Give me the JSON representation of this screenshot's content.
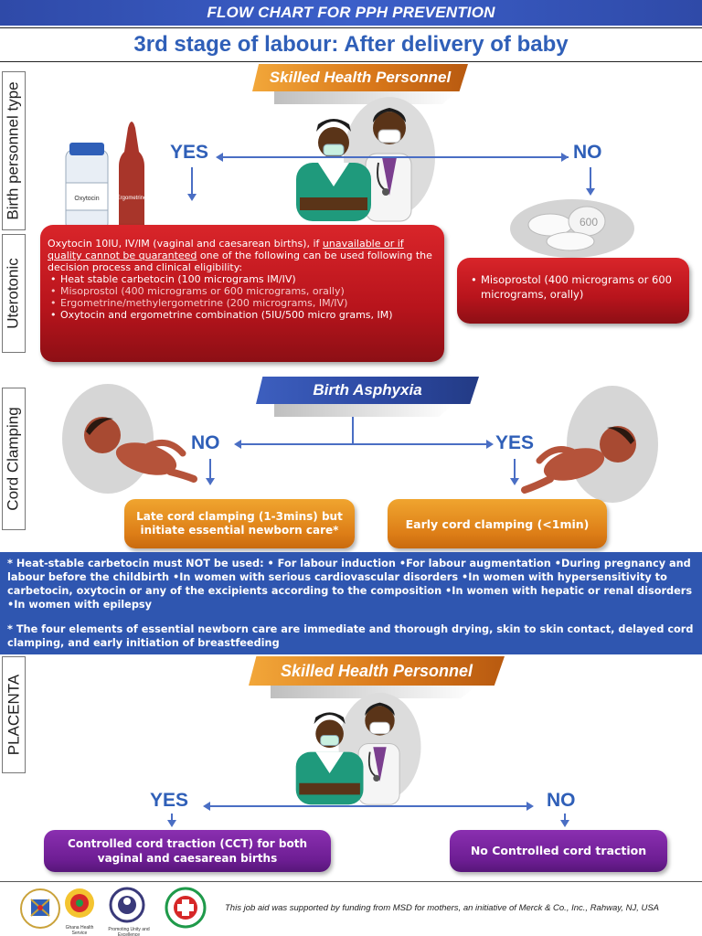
{
  "header": {
    "title": "FLOW CHART FOR PPH PREVENTION",
    "subtitle": "3rd stage of labour: After delivery of baby"
  },
  "side_labels": {
    "birth_personnel": "Birth personnel type",
    "uterotonic": "Uterotonic",
    "cord_clamping": "Cord Clamping",
    "placenta": "PLACENTA"
  },
  "section1": {
    "ribbon": "Skilled Health Personnel",
    "yes": "YES",
    "no": "NO",
    "vial_label": "Oxytocin",
    "ampoule_label": "Ergometrine",
    "tablet_label": "600",
    "yes_box": {
      "intro_a": "Oxytocin 10IU, IV/IM (vaginal and caesarean births), if ",
      "intro_u": "unavailable or if quality cannot be quaranteed",
      "intro_b": " one of the following can be used following the decision process and clinical eligibility:",
      "items": [
        "Heat stable carbetocin (100 micrograms IM/IV)",
        "Misoprostol (400 micrograms or 600 micrograms, orally)",
        "Ergometrine/methylergometrine (200 micrograms, IM/IV)",
        "Oxytocin and ergometrine combination (5IU/500 micro grams, IM)"
      ]
    },
    "no_box": {
      "item": "Misoprostol (400 micrograms or 600 micrograms, orally)"
    }
  },
  "section2": {
    "ribbon": "Birth Asphyxia",
    "no": "NO",
    "yes": "YES",
    "no_box": "Late cord clamping (1-3mins) but initiate essential newborn care*",
    "yes_box": "Early cord clamping (<1min)"
  },
  "notes": {
    "note1": "* Heat-stable carbetocin must NOT be used: • For labour induction   •For labour augmentation   •During pregnancy and labour before the childbirth  •In women with serious cardiovascular disorders  •In women with hypersensitivity to carbetocin, oxytocin or any of the excipients according to the composition  •In women with hepatic or renal disorders  •In women with epilepsy",
    "note2": "* The four elements of essential newborn care are immediate and thorough drying, skin to skin contact, delayed cord clamping, and early initiation of breastfeeding"
  },
  "section3": {
    "ribbon": "Skilled Health Personnel",
    "yes": "YES",
    "no": "NO",
    "yes_box": "Controlled cord traction (CCT) for both vaginal and caesarean births",
    "no_box": "No Controlled cord traction"
  },
  "footer": {
    "credit": "This job aid was supported by funding from MSD for mothers, an initiative of Merck & Co., Inc., Rahway, NJ, USA",
    "logo_captions": [
      "",
      "Ghana Health Service",
      "Promoting Unity and Excellence",
      ""
    ]
  }
}
